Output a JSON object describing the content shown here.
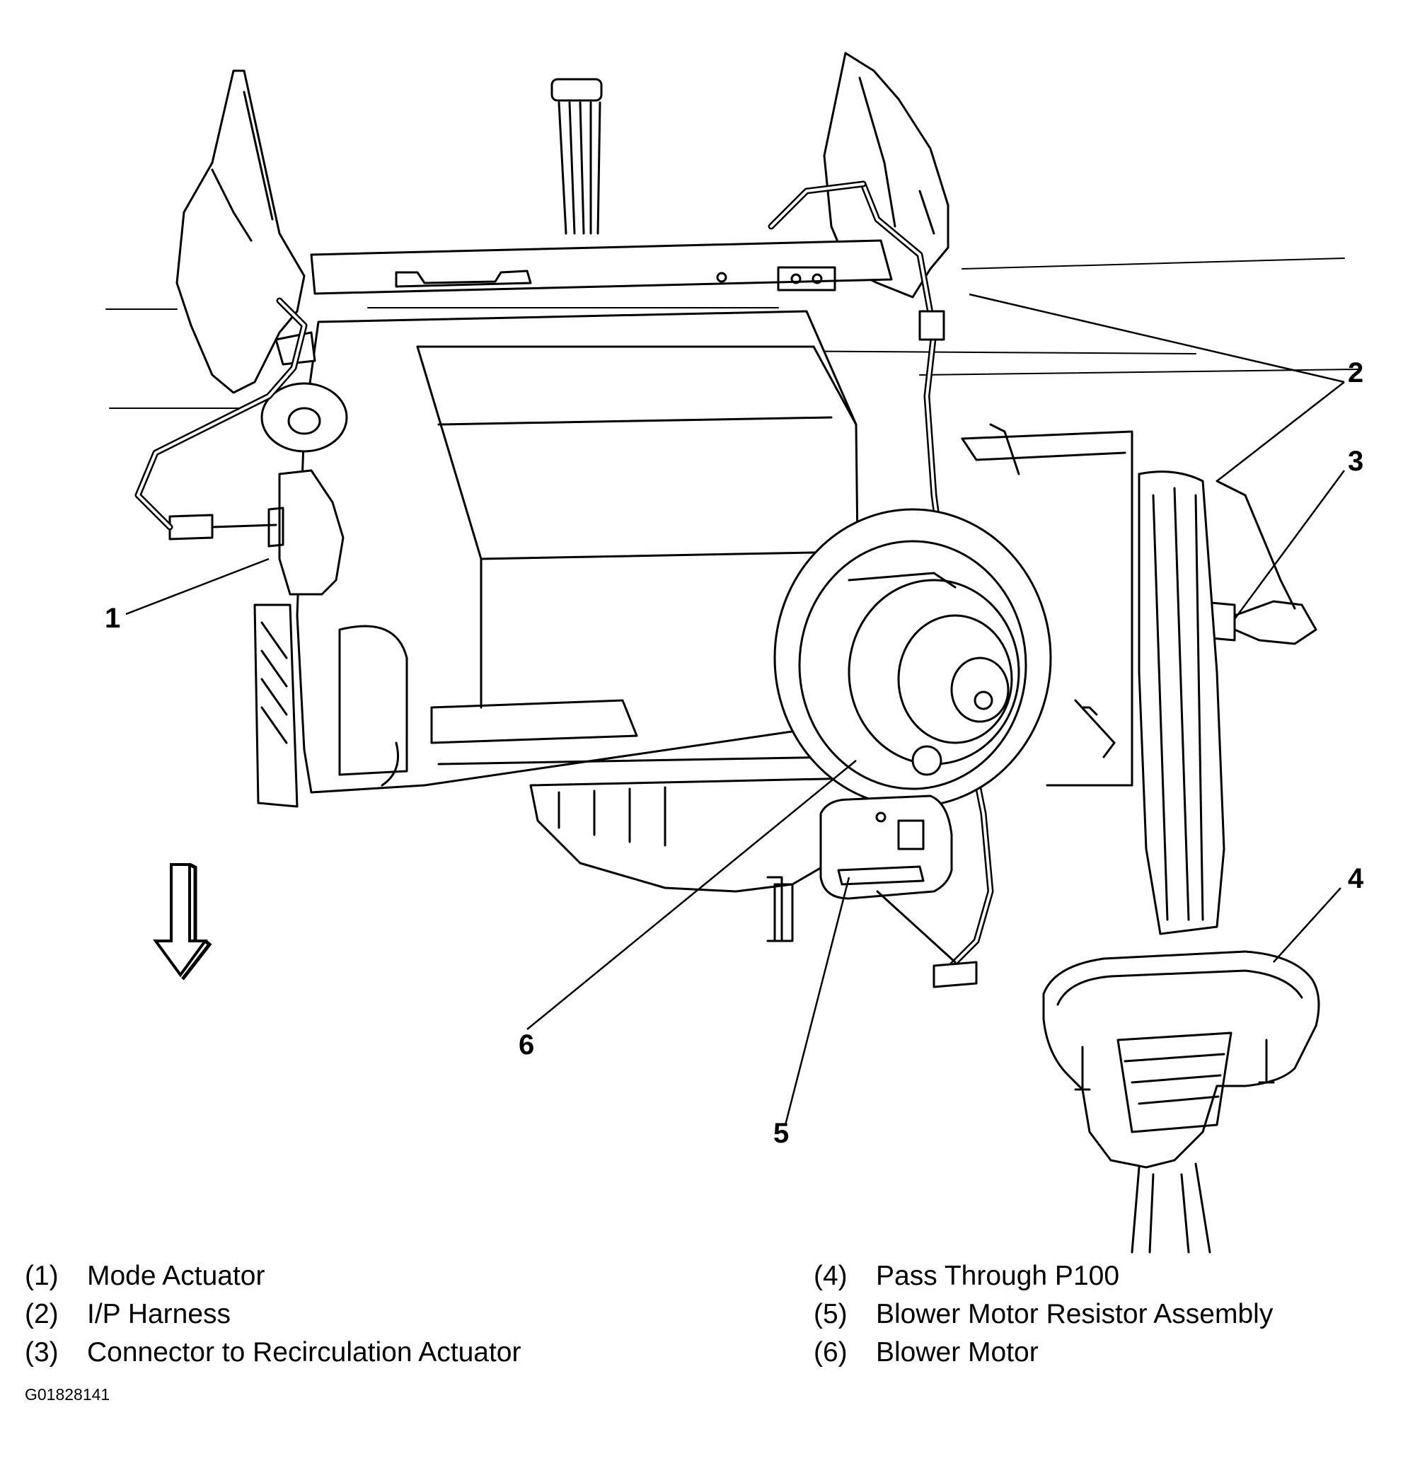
{
  "callouts": [
    "1",
    "2",
    "3",
    "4",
    "5",
    "6"
  ],
  "legend": [
    {
      "num": "(1)",
      "text": "Mode Actuator"
    },
    {
      "num": "(2)",
      "text": "I/P Harness"
    },
    {
      "num": "(3)",
      "text": "Connector to Recirculation Actuator"
    },
    {
      "num": "(4)",
      "text": "Pass Through P100"
    },
    {
      "num": "(5)",
      "text": "Blower Motor Resistor Assembly"
    },
    {
      "num": "(6)",
      "text": "Blower Motor"
    }
  ],
  "figure_id": "G01828141",
  "icons": [
    "down-arrow-icon"
  ]
}
